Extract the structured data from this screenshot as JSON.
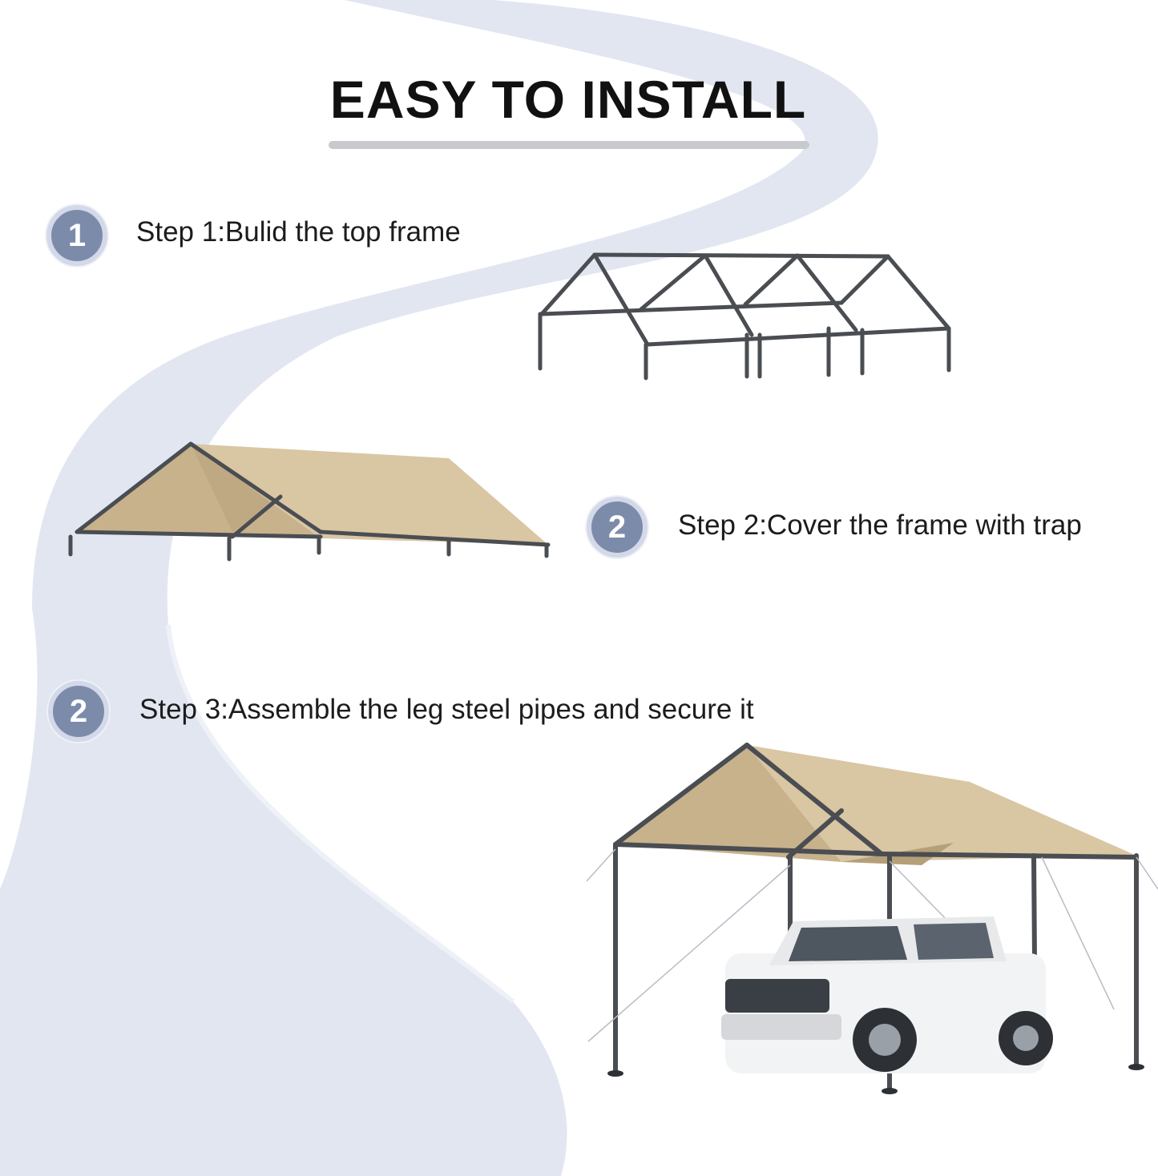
{
  "header": {
    "title": "EASY TO INSTALL"
  },
  "steps": [
    {
      "badge": "1",
      "text": "Step 1:Bulid the top frame"
    },
    {
      "badge": "2",
      "text": "Step 2:Cover the frame with trap"
    },
    {
      "badge": "2",
      "text": "Step 3:Assemble the leg steel pipes and secure it"
    }
  ],
  "colors": {
    "road": "#e2e6f1",
    "badge": "#7d8bab",
    "canopy": "#d9c6a3",
    "frame": "#4a4d52"
  }
}
